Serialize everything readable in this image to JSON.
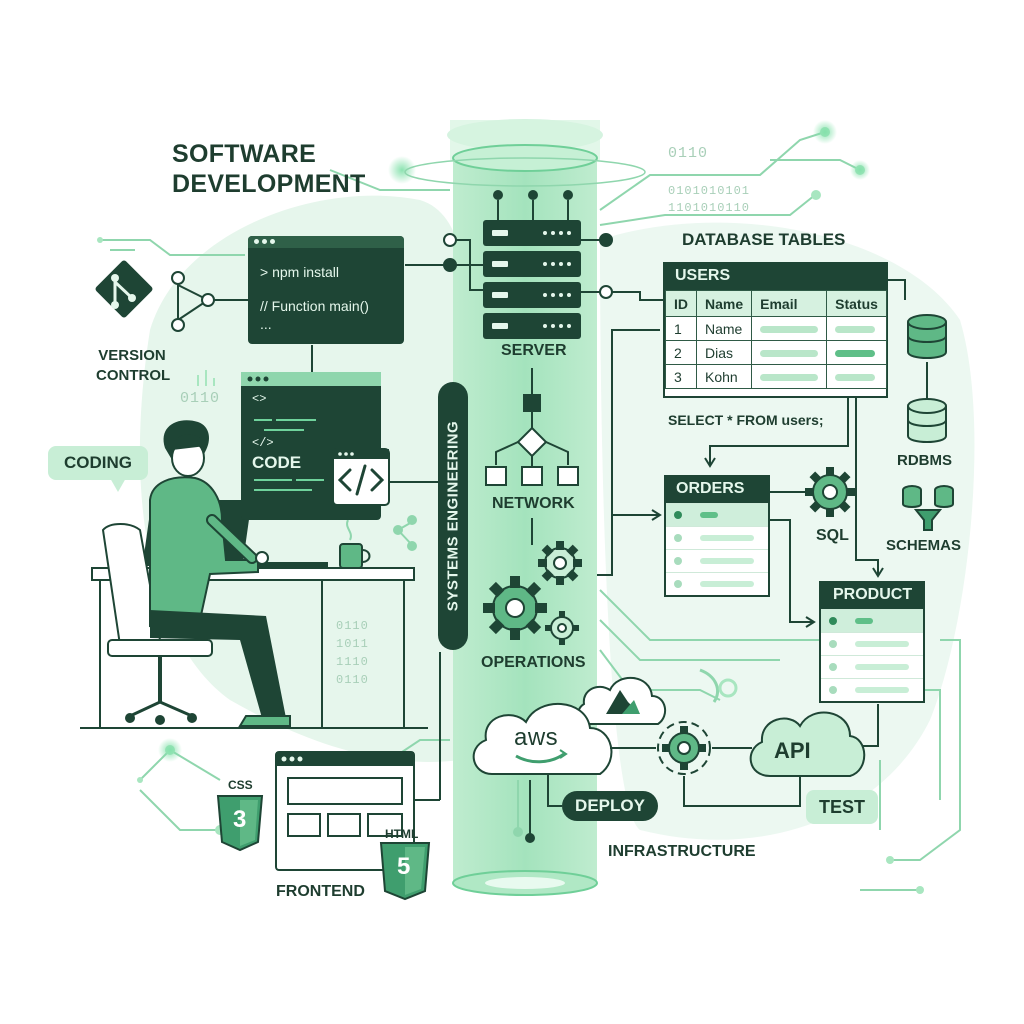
{
  "diagram": {
    "title_line1": "SOFTWARE",
    "title_line2": "DEVELOPMENT",
    "version_control_line1": "VERSION",
    "version_control_line2": "CONTROL",
    "coding": "CODING",
    "terminal": {
      "line1": "> npm install",
      "line2": "// Function main()",
      "line3": "..."
    },
    "editor": {
      "open_tag": "<>",
      "close_tag": "</>",
      "label": "CODE"
    },
    "binary_labels": {
      "top_left": "0110",
      "top_right": "0110",
      "stream_1": "0101010101",
      "stream_2": "1101010110",
      "desk_1": "0110",
      "desk_2": "1011",
      "desk_3": "1110",
      "desk_4": "0110"
    },
    "pillar_label": "SYSTEMS ENGINEERING",
    "server": "SERVER",
    "network": "NETWORK",
    "operations": "OPERATIONS",
    "database_title": "DATABASE TABLES",
    "users_table": {
      "name": "USERS",
      "columns": [
        "ID",
        "Name",
        "Email",
        "Status"
      ],
      "rows": [
        {
          "id": "1",
          "name": "Name"
        },
        {
          "id": "2",
          "name": "Dias"
        },
        {
          "id": "3",
          "name": "Kohn"
        }
      ]
    },
    "sql_query": "SELECT * FROM users;",
    "orders_table": "ORDERS",
    "product_table": "PRODUCT",
    "sql": "SQL",
    "rdbms": "RDBMS",
    "schemas": "SCHEMAS",
    "aws": "aws",
    "deploy": "DEPLOY",
    "api": "API",
    "test": "TEST",
    "infrastructure": "INFRASTRUCTURE",
    "frontend": "FRONTEND",
    "css": "CSS",
    "html": "HTML",
    "css_badge": "3",
    "html_badge": "5"
  },
  "colors": {
    "dark_green": "#1e4535",
    "mid_green": "#3f9e6e",
    "light_green": "#d9f3e3",
    "accent_glow": "#7fe0a8"
  }
}
